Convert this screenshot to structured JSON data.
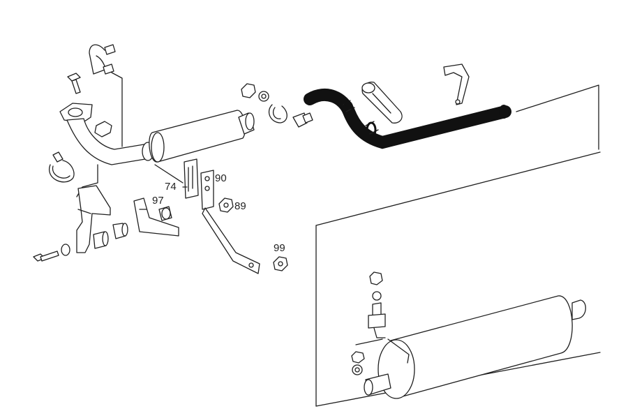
{
  "diagram": {
    "labels": {
      "p74": "74",
      "p90": "90",
      "p89": "89",
      "p97": "97",
      "p99": "99"
    },
    "colors": {
      "line": "#1f1f1f",
      "hose": "#111111",
      "background": "#ffffff"
    }
  }
}
